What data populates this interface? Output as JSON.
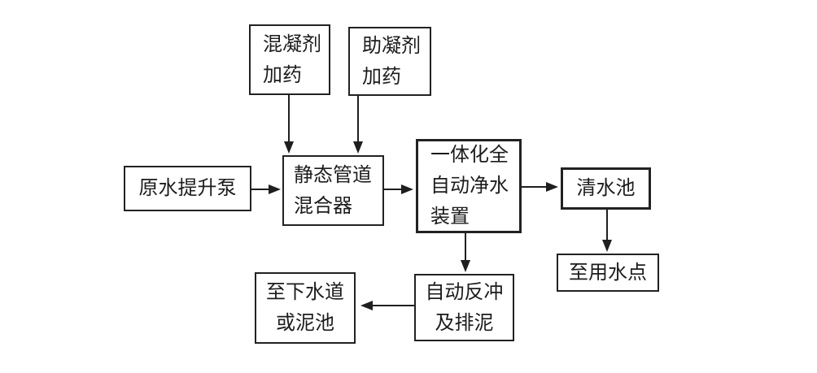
{
  "diagram": {
    "type": "flowchart",
    "background_color": "#ffffff",
    "line_color": "#1f1f1f",
    "text_color": "#1c1c1c",
    "nodes": [
      {
        "id": "coagulant-dosing",
        "label": "混凝剂\n加药"
      },
      {
        "id": "coagulant-aid-dosing",
        "label": "助凝剂\n加药"
      },
      {
        "id": "raw-water-lift-pump",
        "label": "原水提升泵"
      },
      {
        "id": "static-pipe-mixer",
        "label": "静态管道\n混合器"
      },
      {
        "id": "integrated-auto-purifier",
        "label": "一体化全\n自动净水\n装置"
      },
      {
        "id": "clear-water-tank",
        "label": "清水池"
      },
      {
        "id": "to-water-use-point",
        "label": "至用水点"
      },
      {
        "id": "auto-backwash-desludge",
        "label": "自动反冲\n及排泥"
      },
      {
        "id": "to-sewer-or-sludge-pool",
        "label": "至下水道\n或泥池"
      }
    ],
    "edges": [
      {
        "from": "coagulant-dosing",
        "to": "static-pipe-mixer"
      },
      {
        "from": "coagulant-aid-dosing",
        "to": "static-pipe-mixer"
      },
      {
        "from": "raw-water-lift-pump",
        "to": "static-pipe-mixer"
      },
      {
        "from": "static-pipe-mixer",
        "to": "integrated-auto-purifier"
      },
      {
        "from": "integrated-auto-purifier",
        "to": "clear-water-tank"
      },
      {
        "from": "clear-water-tank",
        "to": "to-water-use-point"
      },
      {
        "from": "integrated-auto-purifier",
        "to": "auto-backwash-desludge"
      },
      {
        "from": "auto-backwash-desludge",
        "to": "to-sewer-or-sludge-pool"
      }
    ]
  }
}
